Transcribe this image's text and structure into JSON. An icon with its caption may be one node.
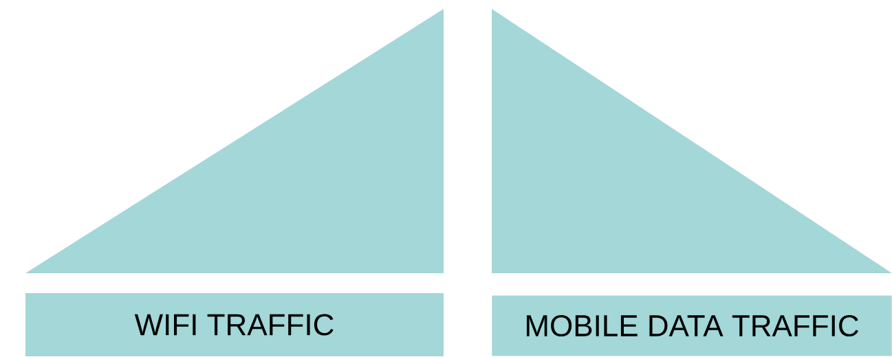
{
  "diagram": {
    "nodes": [
      {
        "text": [],
        "shape": "triangle"
      },
      {
        "text": [],
        "shape": "triangle"
      },
      {
        "text": [
          "WIFI TRAFFIC"
        ]
      },
      {
        "text": [
          "MOBILE DATA TRAFFIC"
        ]
      }
    ]
  }
}
